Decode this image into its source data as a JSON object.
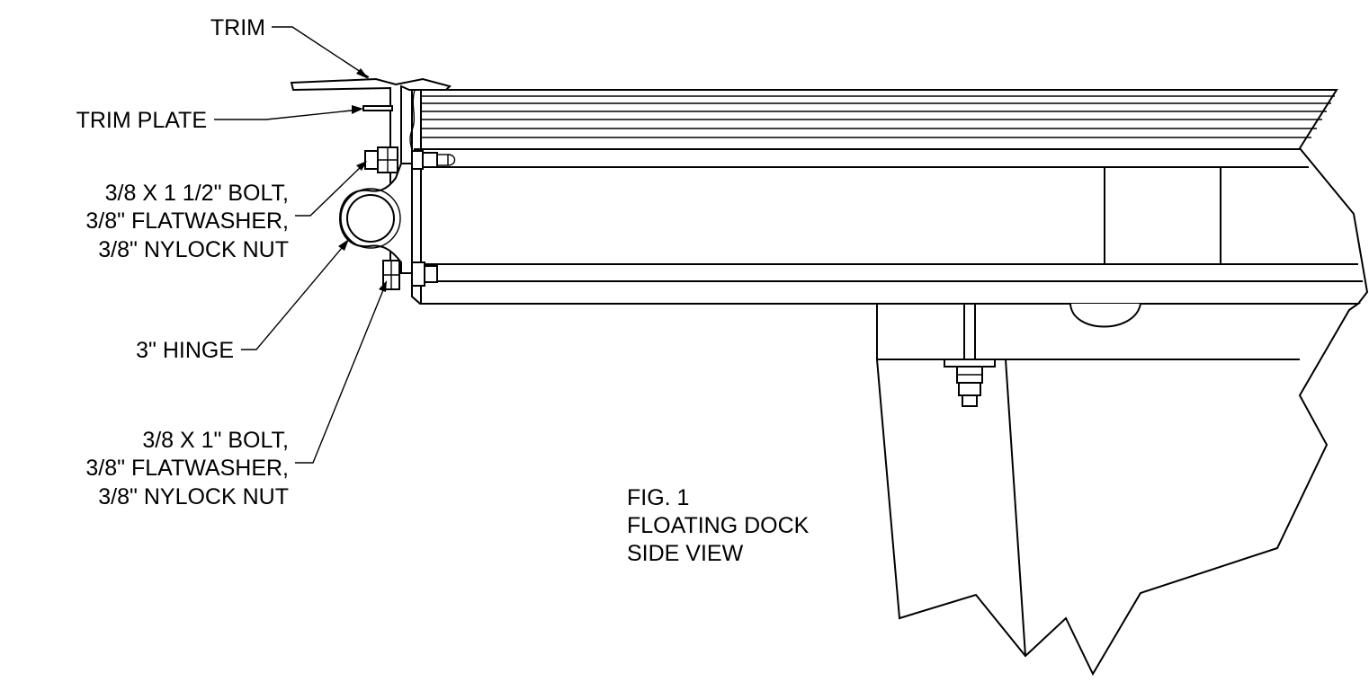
{
  "callouts": {
    "trim": "TRIM",
    "trim_plate": "TRIM PLATE",
    "upper_bolt": [
      "3/8 X 1 1/2\" BOLT,",
      "3/8\" FLATWASHER,",
      "3/8\" NYLOCK NUT"
    ],
    "hinge": "3\" HINGE",
    "lower_bolt": [
      "3/8 X 1\" BOLT,",
      "3/8\" FLATWASHER,",
      "3/8\" NYLOCK NUT"
    ]
  },
  "figure": {
    "number": "FIG. 1",
    "title_line1": "FLOATING DOCK",
    "title_line2": "SIDE VIEW"
  },
  "colors": {
    "ink": "#000000",
    "paper": "#ffffff"
  }
}
